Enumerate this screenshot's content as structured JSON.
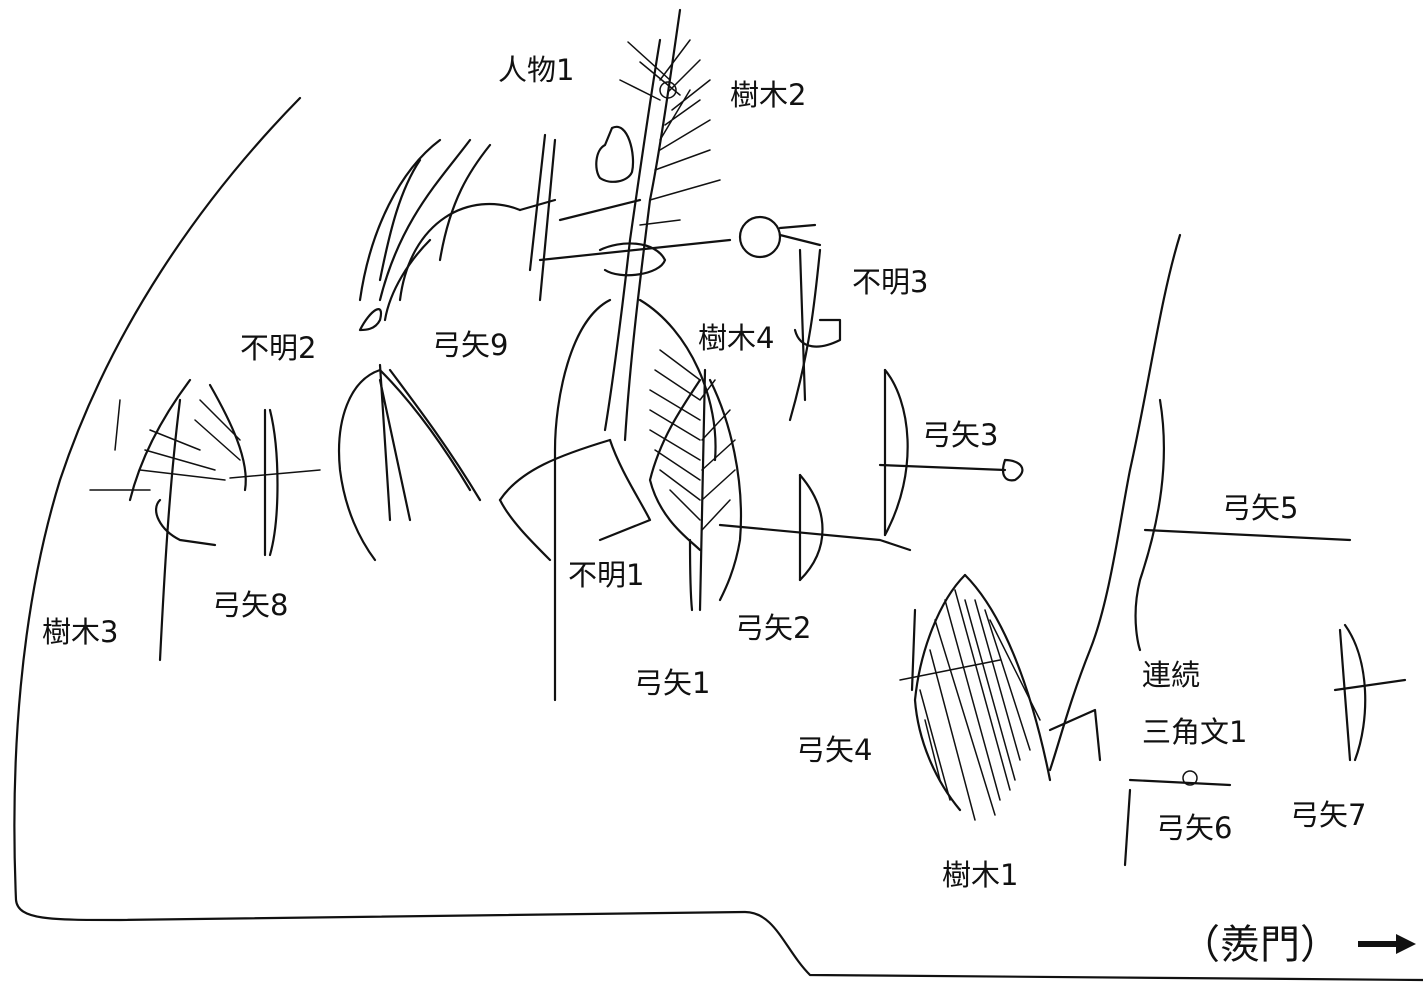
{
  "labels": {
    "jinbutsu1": "人物1",
    "jumoku2": "樹木2",
    "fumei3": "不明3",
    "fumei2": "不明2",
    "yumiya9": "弓矢9",
    "jumoku4": "樹木4",
    "yumiya3": "弓矢3",
    "yumiya5": "弓矢5",
    "yumiya8": "弓矢8",
    "fumei1": "不明1",
    "jumoku3": "樹木3",
    "yumiya2": "弓矢2",
    "yumiya1": "弓矢1",
    "renzoku": "連続",
    "sankakumon1": "三角文1",
    "yumiya4": "弓矢4",
    "yumiya6": "弓矢6",
    "yumiya7": "弓矢7",
    "jumoku1": "樹木1"
  },
  "direction": {
    "text": "（羨門）",
    "arrow": "arrow-right-icon"
  }
}
